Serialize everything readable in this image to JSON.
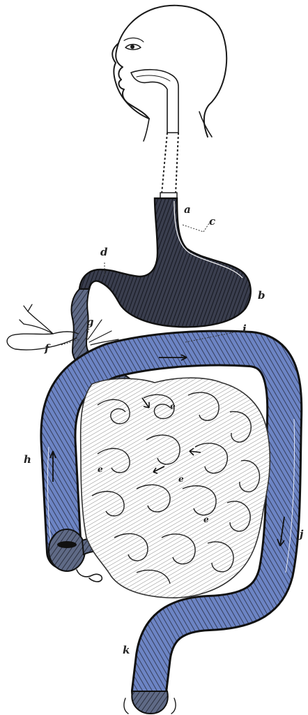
{
  "labels": {
    "a": "a",
    "b": "b",
    "c": "c",
    "d": "d",
    "e": "e",
    "f": "f",
    "g": "g",
    "h": "h",
    "i": "i",
    "j": "j",
    "k": "k"
  },
  "colors": {
    "ink": "#1a1a1a",
    "organ_fill": "#5d6680",
    "organ_tint": "#6f88c9",
    "stomach_fill": "#3b3f4f",
    "paper": "#ffffff"
  }
}
